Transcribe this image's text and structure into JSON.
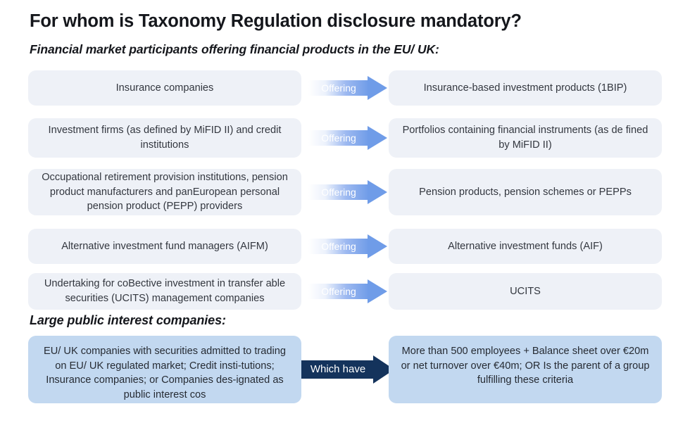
{
  "header": {
    "title": "For whom is Taxonomy Regulation disclosure mandatory?",
    "subtitle": "Financial market participants offering financial products in the EU/ UK:"
  },
  "section": {
    "heading": "Large public interest companies:"
  },
  "colors": {
    "box_light": "#eef1f7",
    "box_strong": "#c2d8f0",
    "arrow_blue": "#6f9ce8",
    "arrow_dark": "#14335c",
    "text": "#33373f",
    "heading": "#15171c",
    "background": "#ffffff"
  },
  "flow_rows": [
    {
      "left": "Insurance companies",
      "connector": "Offering",
      "right": "Insurance-based investment products (1BIP)"
    },
    {
      "left": "Investment firms (as defined by MiFID II) and credit institutions",
      "connector": "Offering",
      "right": "Portfolios containing financial instruments (as de fined by MiFID II)"
    },
    {
      "left": "Occupational retirement provision institutions, pension product manufacturers and panEuropean personal pension product (PEPP) providers",
      "connector": "Offering",
      "right": "Pension products, pension schemes or PEPPs"
    },
    {
      "left": "Alternative investment fund managers (AIFM)",
      "connector": "Offering",
      "right": "Alternative investment funds (AIF)"
    },
    {
      "left": "Undertaking for coBective investment in transfer able securities (UCITS) management companies",
      "connector": "Offering",
      "right": "UCITS"
    }
  ],
  "bottom_row": {
    "left": "EU/ UK companies with securities admitted to trading on EU/ UK regulated market; Credit insti-tutions; Insurance companies; or Companies des-ignated as public interest cos",
    "connector": "Which have",
    "right": "More than 500 employees + Balance sheet over €20m or net turnover over €40m; OR Is the parent of a group fulfilling these criteria"
  }
}
